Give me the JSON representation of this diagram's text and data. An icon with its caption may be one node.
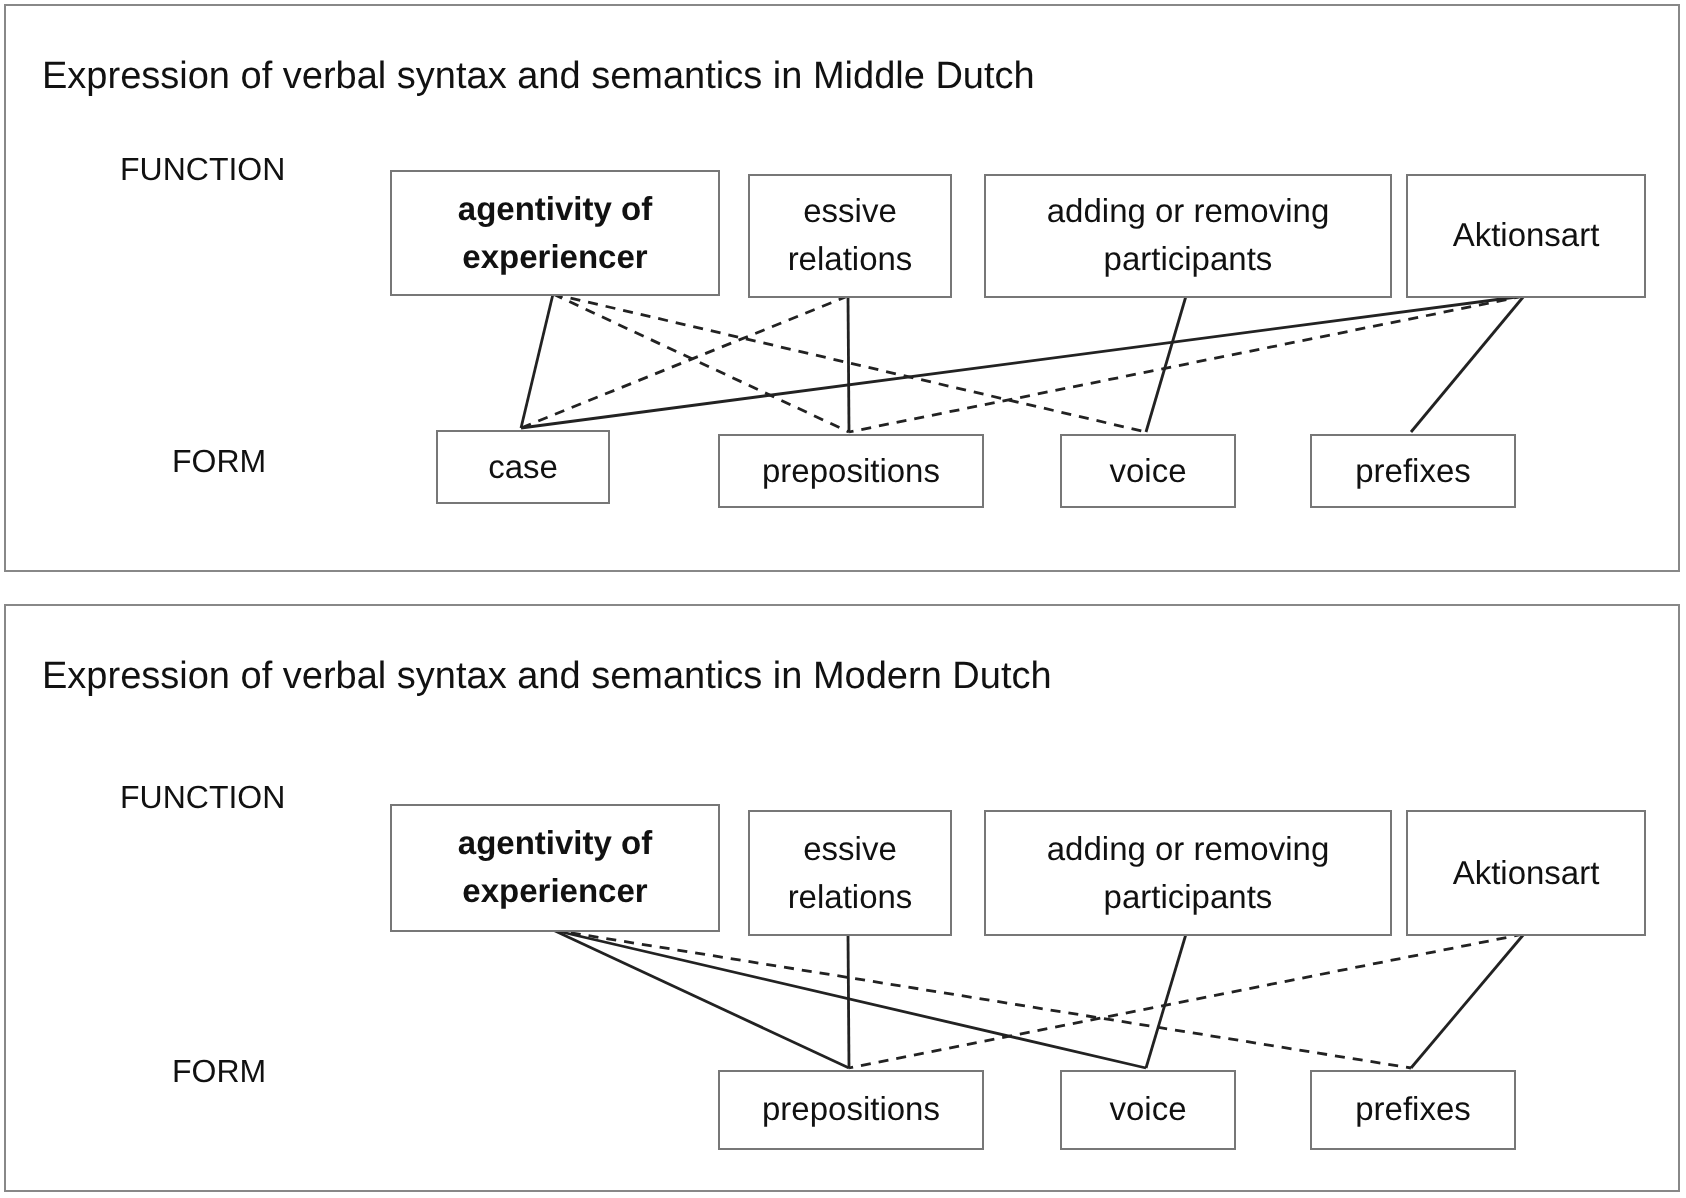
{
  "diagram": {
    "nodes": [
      {
        "text": [
          "Expression of verbal syntax and semantics in Middle Dutch"
        ]
      },
      {
        "text": [
          "agentivity of experiencer"
        ],
        "in": 0
      },
      {
        "text": [
          "essive relations"
        ],
        "in": 0
      },
      {
        "text": [
          "adding or removing participants"
        ],
        "in": 0
      },
      {
        "text": [
          "Aktionsart"
        ],
        "in": 0
      },
      {
        "text": [
          "case"
        ],
        "in": 0
      },
      {
        "text": [
          "prepositions"
        ],
        "in": 0
      },
      {
        "text": [
          "voice"
        ],
        "in": 0
      },
      {
        "text": [
          "prefixes"
        ],
        "in": 0
      },
      {
        "text": [
          "Expression of verbal syntax and semantics in Modern Dutch"
        ]
      },
      {
        "text": [
          "agentivity of experiencer"
        ],
        "in": 9
      },
      {
        "text": [
          "essive relations"
        ],
        "in": 9
      },
      {
        "text": [
          "adding or removing participants"
        ],
        "in": 9
      },
      {
        "text": [
          "Aktionsart"
        ],
        "in": 9
      },
      {
        "text": [
          "prepositions"
        ],
        "in": 9
      },
      {
        "text": [
          "voice"
        ],
        "in": 9
      },
      {
        "text": [
          "prefixes"
        ],
        "in": 9
      }
    ],
    "edges": [
      {
        "from": 1,
        "to": 5,
        "arrow": "none"
      },
      {
        "from": 1,
        "to": 6,
        "arrow": "none",
        "style": "dashed"
      },
      {
        "from": 1,
        "to": 7,
        "arrow": "none",
        "style": "dashed"
      },
      {
        "from": 2,
        "to": 5,
        "arrow": "none",
        "style": "dashed"
      },
      {
        "from": 2,
        "to": 6,
        "arrow": "none"
      },
      {
        "from": 3,
        "to": 7,
        "arrow": "none"
      },
      {
        "from": 4,
        "to": 5,
        "arrow": "none"
      },
      {
        "from": 4,
        "to": 6,
        "arrow": "none",
        "style": "dashed"
      },
      {
        "from": 4,
        "to": 8,
        "arrow": "none"
      },
      {
        "from": 10,
        "to": 14,
        "arrow": "none"
      },
      {
        "from": 10,
        "to": 15,
        "arrow": "none"
      },
      {
        "from": 10,
        "to": 16,
        "arrow": "none",
        "style": "dashed"
      },
      {
        "from": 11,
        "to": 14,
        "arrow": "none"
      },
      {
        "from": 12,
        "to": 15,
        "arrow": "none"
      },
      {
        "from": 13,
        "to": 14,
        "arrow": "none",
        "style": "dashed"
      },
      {
        "from": 13,
        "to": 16,
        "arrow": "none"
      }
    ],
    "labels": [
      "FUNCTION",
      "FORM",
      "FUNCTION",
      "FORM"
    ]
  }
}
